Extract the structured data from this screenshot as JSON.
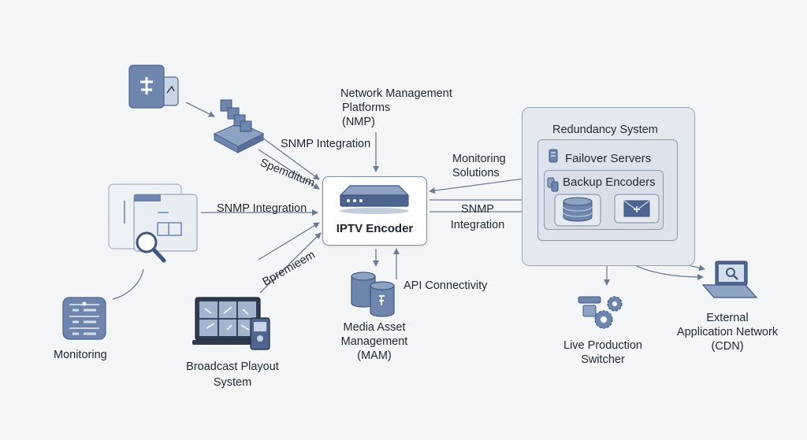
{
  "nodes": {
    "center": {
      "label": "IPTV Encoder"
    },
    "nmp": {
      "label_lines": [
        "Network Management",
        "Platforms",
        "(NMP)"
      ]
    },
    "monitoring": {
      "label": "Monitoring"
    },
    "playout": {
      "label_lines": [
        "Broadcast Playout",
        "System"
      ]
    },
    "mam": {
      "label_lines": [
        "Media Asset",
        "Management",
        "(MAM)"
      ]
    },
    "redundancy": {
      "title": "Redundancy System",
      "failover": "Failover Servers",
      "backup": "Backup Encoders"
    },
    "switcher": {
      "label_lines": [
        "Live Production",
        "Switcher"
      ]
    },
    "cdn": {
      "label_lines": [
        "External",
        "Application Network",
        "(CDN)"
      ]
    }
  },
  "edge_labels": {
    "snmp_top": "SNMP Integration",
    "snmp_left": "SNMP Integration",
    "spemditum": "Spemditum",
    "bpremieem": "Bpremieem",
    "monitoring_solutions": [
      "Monitoring",
      "Solutions"
    ],
    "snmp_right": [
      "SNMP",
      "Integration"
    ],
    "api": "API Connectivity"
  },
  "colors": {
    "icon_fill": "#6e86ad",
    "icon_dark": "#4d6590",
    "icon_light": "#c9d4e6",
    "arrow": "#6c7a91",
    "panel_border": "#9aa6b8"
  },
  "icons": [
    "document-tools-icon",
    "server-rack-icon",
    "file-search-icon",
    "monitoring-server-icon",
    "broadcast-playout-icon",
    "database-icon",
    "encoder-device-icon",
    "failover-server-icon",
    "backup-encoder-icon",
    "storage-icon",
    "mail-icon",
    "gears-icon",
    "cdn-screen-icon"
  ]
}
